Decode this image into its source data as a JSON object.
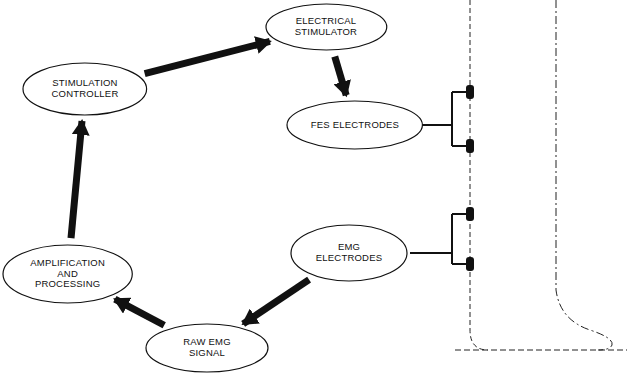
{
  "diagram": {
    "nodes": [
      {
        "text": [
          "ELECTRICAL STIMULATOR"
        ]
      },
      {
        "text": [
          "STIMULATION CONTROLLER"
        ]
      },
      {
        "text": [
          "FES ELECTRODES"
        ]
      },
      {
        "text": [
          "EMG ELECTRODES"
        ]
      },
      {
        "text": [
          "AMPLIFICATION AND PROCESSING"
        ]
      },
      {
        "text": [
          "RAW EMG SIGNAL"
        ]
      }
    ],
    "edges": [
      {
        "from": 1,
        "to": 0,
        "arrow": "to"
      },
      {
        "from": 0,
        "to": 2,
        "arrow": "to"
      },
      {
        "from": 3,
        "to": 5,
        "arrow": "to"
      },
      {
        "from": 5,
        "to": 4,
        "arrow": "to"
      },
      {
        "from": 4,
        "to": 1,
        "arrow": "to"
      }
    ]
  }
}
